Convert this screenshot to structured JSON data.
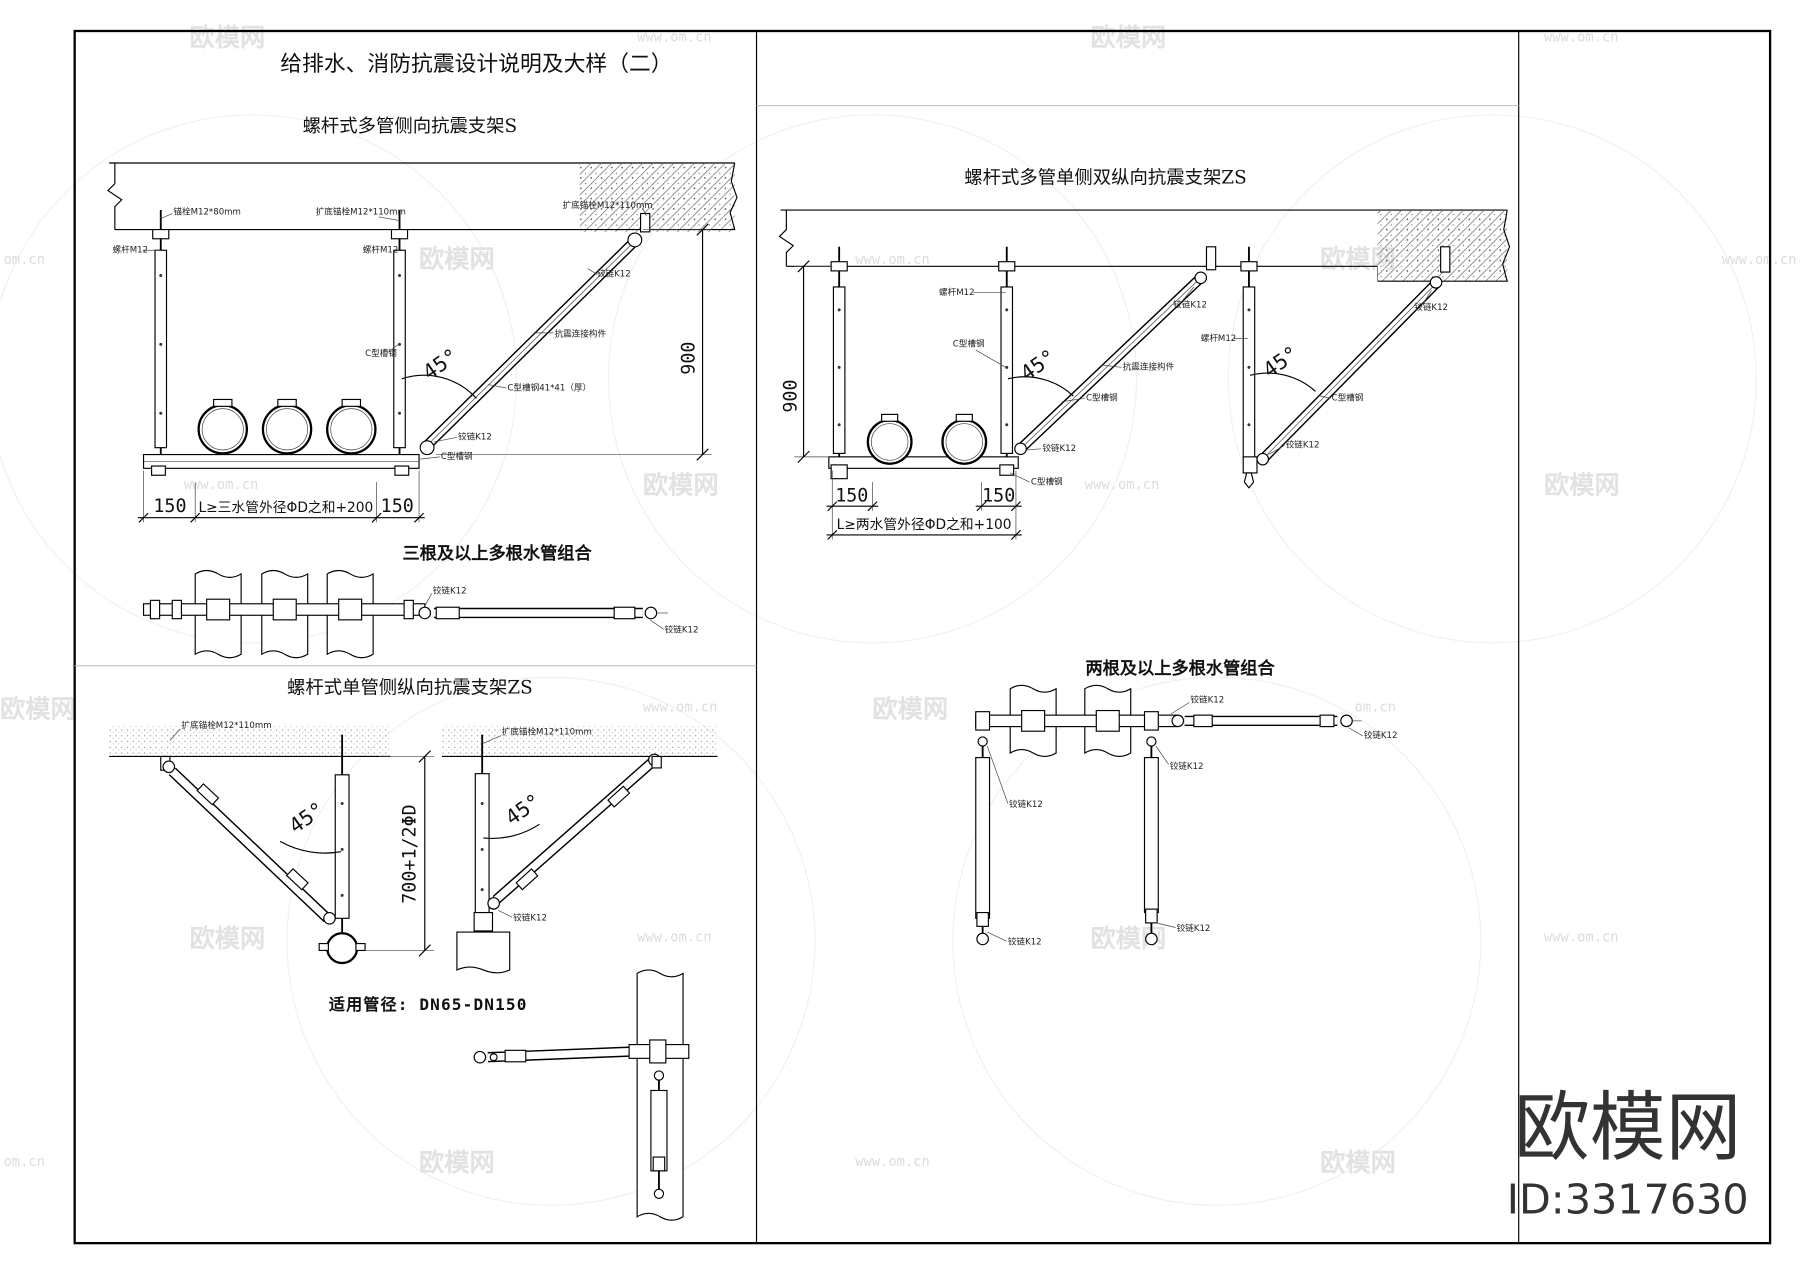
{
  "title": "给排水、消防抗震设计说明及大样（二）",
  "lateral": {
    "heading": "螺杆式多管侧向抗震支架S",
    "anchor_left": "锚栓M12*80mm",
    "anchor_mid": "扩底锚栓M12*110mm",
    "anchor_right": "扩底锚栓M12*110mm",
    "rod_left": "螺杆M12",
    "rod_right": "螺杆M12",
    "channel_vertical": "C型槽钢",
    "brace_connector": "抗震连接构件",
    "channel_brace": "C型槽钢41*41（厚）",
    "hinge_top": "铰链K12",
    "hinge_bottom": "铰链K12",
    "channel_bottom": "C型槽钢",
    "angle": "45°",
    "height": "900",
    "dim_left": "150",
    "dim_span": "L≥三水管外径ΦD之和+200",
    "dim_right": "150",
    "plan_caption": "三根及以上多根水管组合",
    "plan_hinge_near": "铰链K12",
    "plan_hinge_far": "铰链K12"
  },
  "single_longitudinal": {
    "heading": "螺杆式单管侧纵向抗震支架ZS",
    "anchor_left": "扩底锚栓M12*110mm",
    "anchor_right": "扩底锚栓M12*110mm",
    "angle_left": "45°",
    "angle_right": "45°",
    "height": "700+1/2ΦD",
    "hinge": "铰链K12",
    "applicable_size": "适用管径: DN65-DN150"
  },
  "double_longitudinal": {
    "heading": "螺杆式多管单侧双纵向抗震支架ZS",
    "rod_1": "螺杆M12",
    "channel_1": "C型槽钢",
    "brace_connector": "抗震连接构件",
    "channel_brace_1": "C型槽钢",
    "hinge_top_1": "铰链K12",
    "hinge_bottom_1": "铰链K12",
    "channel_bottom": "C型槽钢",
    "rod_2": "螺杆M12",
    "hinge_top_2": "铰链K12",
    "channel_brace_2": "C型槽钢",
    "hinge_bottom_2": "铰链K12",
    "angle_1": "45°",
    "angle_2": "45°",
    "height": "900",
    "dim_left": "150",
    "dim_right": "150",
    "dim_span": "L≥两水管外径ΦD之和+100",
    "plan_caption": "两根及以上多根水管组合",
    "plan_hinges": [
      "铰链K12",
      "铰链K12",
      "铰链K12",
      "铰链K12",
      "铰链K12",
      "铰链K12"
    ]
  },
  "watermark": {
    "logo": "欧模网",
    "site": "www.om.cn",
    "site_short": "om.cn",
    "id": "ID:3317630"
  }
}
